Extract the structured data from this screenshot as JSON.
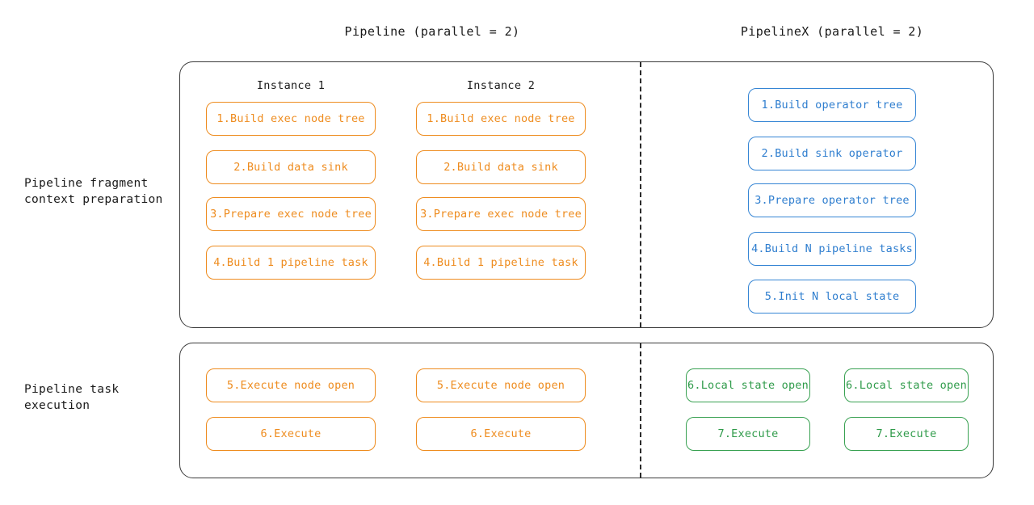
{
  "titles": {
    "left": "Pipeline (parallel = 2)",
    "right": "PipelineX (parallel = 2)"
  },
  "row_labels": {
    "preparation": "Pipeline fragment\ncontext preparation",
    "execution": "Pipeline task\nexecution"
  },
  "colors": {
    "orange": "#ee8c1f",
    "blue": "#3585d4",
    "green": "#39a152",
    "outline": "#3a3a3a",
    "divider": "#2b2b2b",
    "text": "#1a1a1a",
    "background": "#ffffff"
  },
  "preparation": {
    "instance_headings": [
      "Instance 1",
      "Instance 2"
    ],
    "pipeline": {
      "instance1": [
        "1.Build exec node tree",
        "2.Build data sink",
        "3.Prepare exec node tree",
        "4.Build 1 pipeline task"
      ],
      "instance2": [
        "1.Build exec node tree",
        "2.Build data sink",
        "3.Prepare exec node tree",
        "4.Build 1 pipeline task"
      ]
    },
    "pipelinex": [
      "1.Build operator tree",
      "2.Build sink operator",
      "3.Prepare operator tree",
      "4.Build N pipeline tasks",
      "5.Init N local state"
    ]
  },
  "execution": {
    "pipeline": {
      "instance1": [
        "5.Execute node open",
        "6.Execute"
      ],
      "instance2": [
        "5.Execute node open",
        "6.Execute"
      ]
    },
    "pipelinex": {
      "task1": [
        "6.Local state open",
        "7.Execute"
      ],
      "task2": [
        "6.Local state open",
        "7.Execute"
      ]
    }
  }
}
